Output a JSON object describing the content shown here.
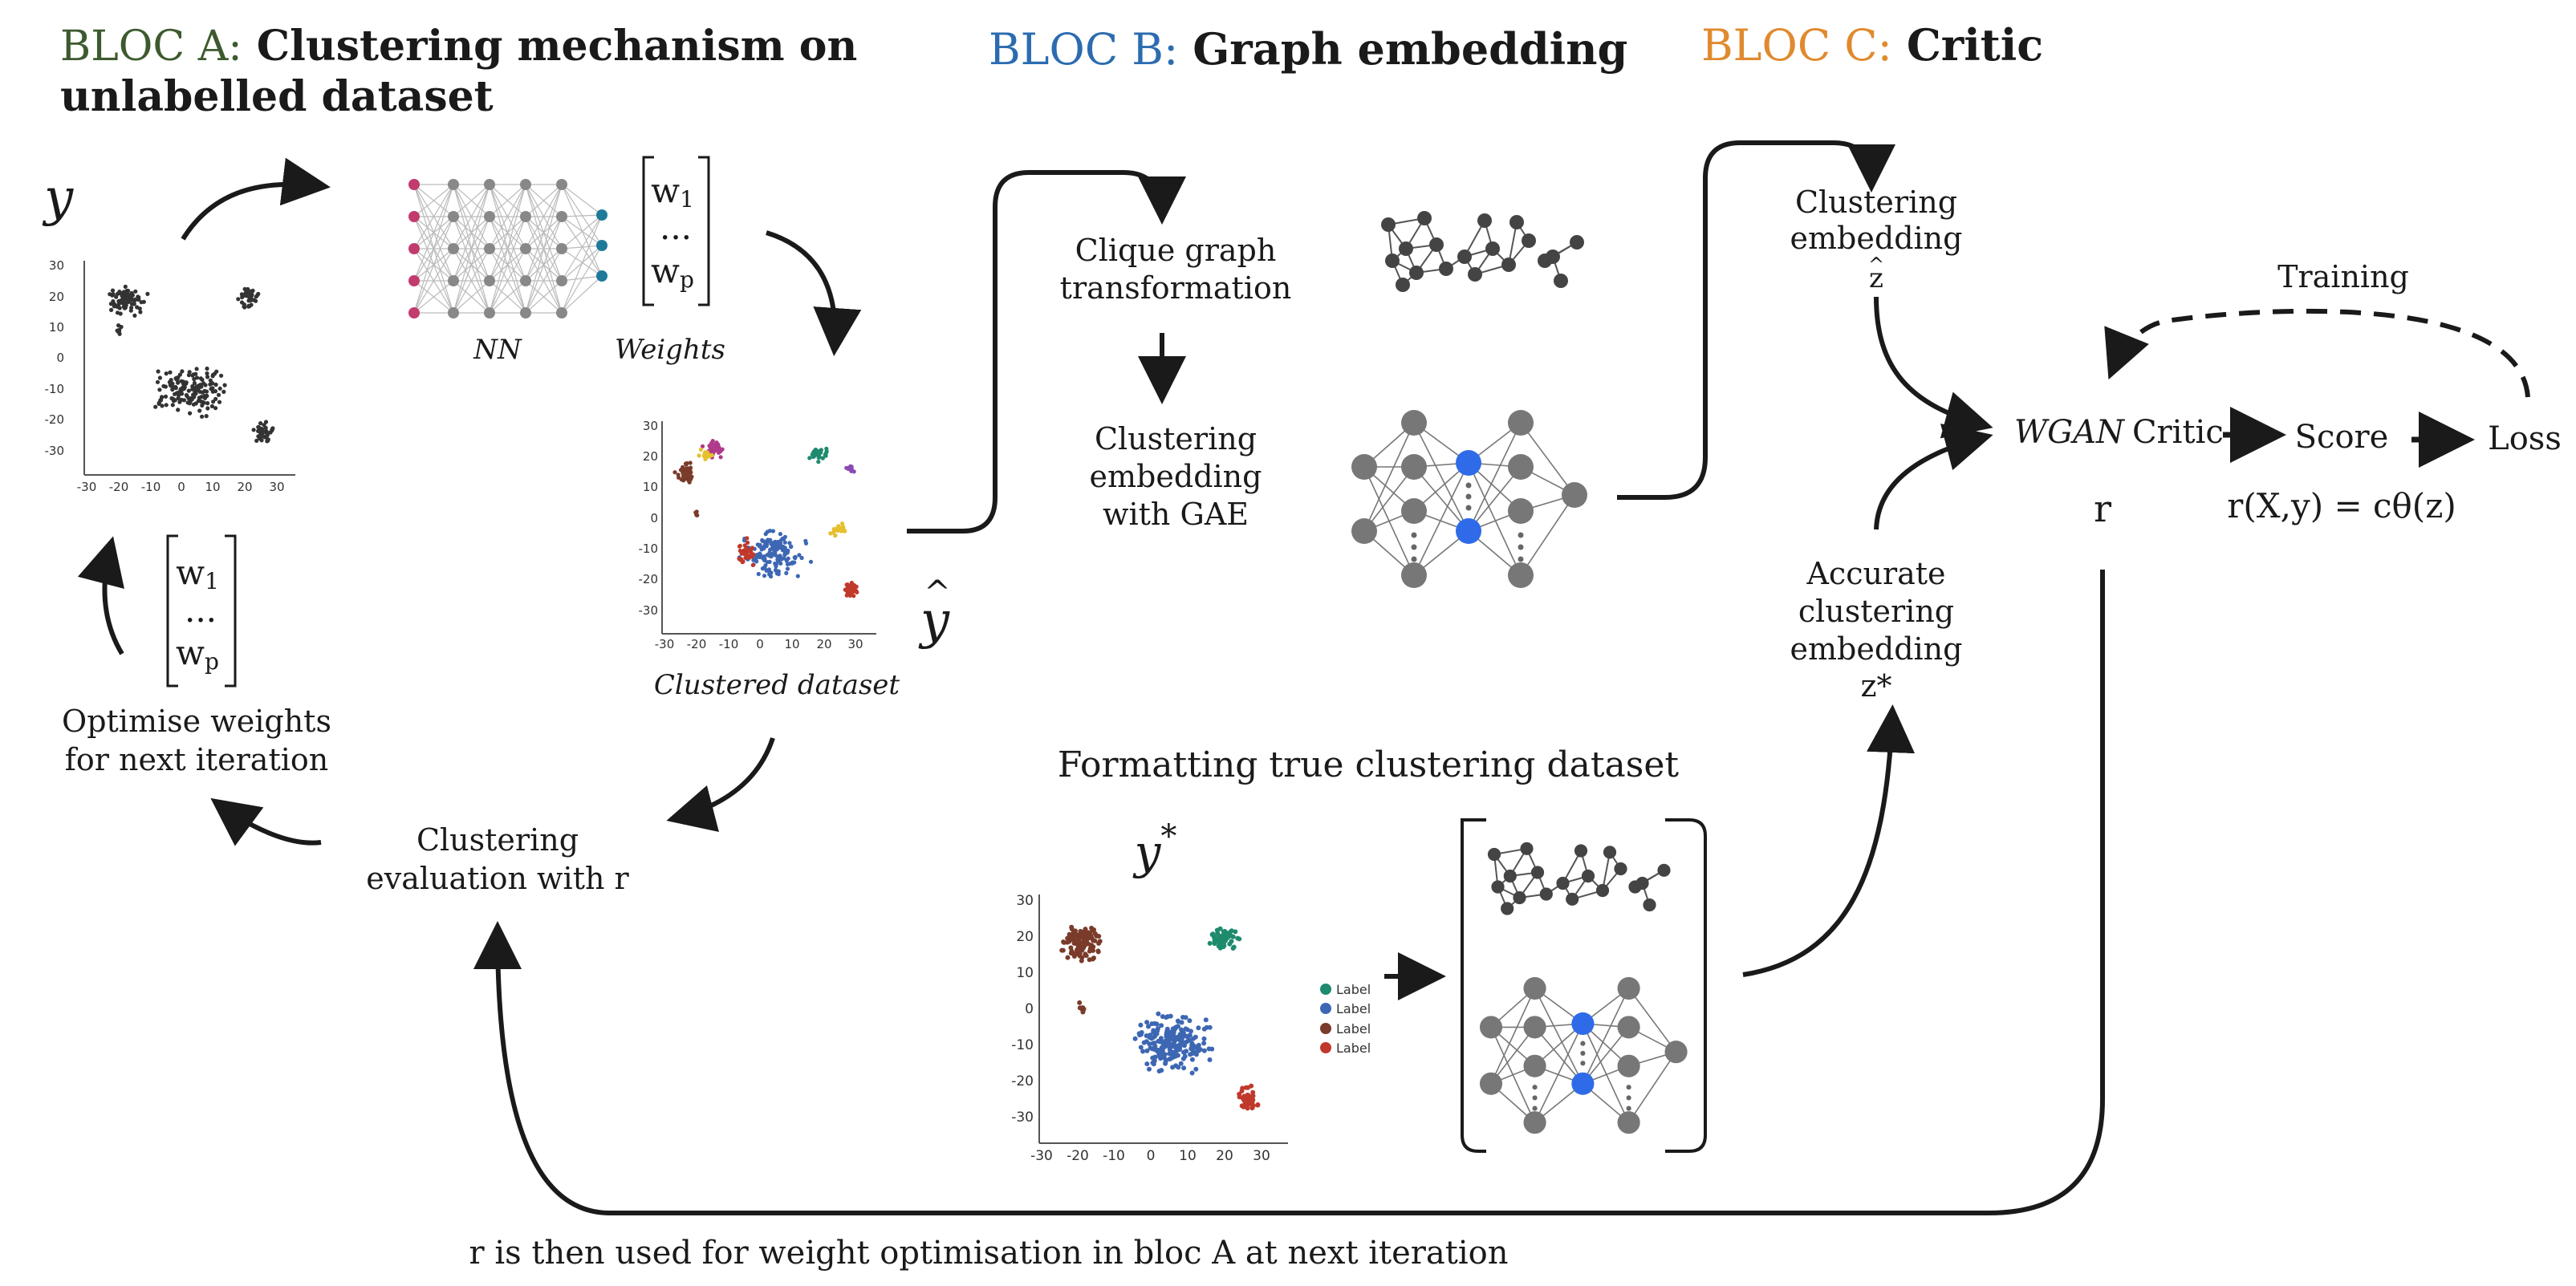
{
  "bloc_a": {
    "prefix": "BLOC A",
    "sep": ":",
    "title_line1": "Clustering mechanism on",
    "title_line2": "unlabelled dataset",
    "color": "#3d5a2e",
    "y_label": "y",
    "nn_label": "NN",
    "weights_label": "Weights",
    "clustered_label": "Clustered dataset",
    "y_hat_label": "y",
    "hat_symbol": "^",
    "weights_vector": {
      "w_top": "w",
      "sub_top": "1",
      "dots": "...",
      "w_bottom": "w",
      "sub_bottom": "p"
    },
    "optimise_line1": "Optimise weights",
    "optimise_line2": "for next iteration",
    "eval_line1": "Clustering",
    "eval_line2": "evaluation with r",
    "scatter_x_ticks": [
      "-30",
      "-20",
      "-10",
      "0",
      "10",
      "20",
      "30"
    ],
    "scatter_y_ticks": [
      "30",
      "20",
      "10",
      "0",
      "-10",
      "-20",
      "-30"
    ]
  },
  "bloc_b": {
    "prefix": "BLOC B",
    "sep": ":",
    "title": "Graph embedding",
    "color": "#2b6cb0",
    "clique_line1": "Clique graph",
    "clique_line2": "transformation",
    "gae_line1": "Clustering",
    "gae_line2": "embedding",
    "gae_line3": "with GAE",
    "formatting_title": "Formatting true clustering dataset",
    "y_star": "y",
    "star": "*",
    "legend": [
      "Label",
      "Label",
      "Label",
      "Label"
    ],
    "legend_colors": [
      "#1e8a6e",
      "#3d67b3",
      "#7a3b2b",
      "#c0392b"
    ]
  },
  "bloc_c": {
    "prefix": "BLOC C",
    "sep": ":",
    "title": "Critic",
    "color": "#e08a2e",
    "cluster_emb_line1": "Clustering",
    "cluster_emb_line2": "embedding",
    "z_hat": "z",
    "accurate_line1": "Accurate",
    "accurate_line2": "clustering",
    "accurate_line3": "embedding",
    "z_star": "z*",
    "training": "Training",
    "wgan": "WGAN",
    "critic": "Critic",
    "r": "r",
    "score": "Score",
    "loss": "Loss",
    "formula": "r(X,y) = cθ(z)"
  },
  "footer": "r is then used for weight optimisation in bloc A at next iteration"
}
